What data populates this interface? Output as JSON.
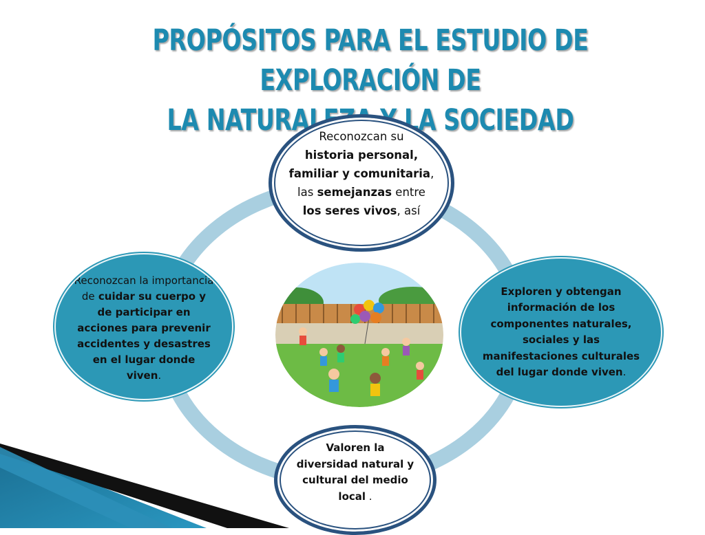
{
  "slide": {
    "title_line1": "PROPÓSITOS PARA EL ESTUDIO DE EXPLORACIÓN DE",
    "title_line2": "LA NATURALEZA Y LA SOCIEDAD"
  },
  "colors": {
    "title": "#1d8ab0",
    "ring": "#a9cfe0",
    "bubble_fill": "#2c98b6",
    "bubble_border": "#2a527f"
  },
  "bubbles": {
    "top": {
      "t1": "Reconozcan su",
      "t2": "historia personal, familiar y comunitaria",
      "t3": ", las",
      "t4": "semejanzas",
      "t5": " entre",
      "t6": "los seres vivos",
      "t7": ", así"
    },
    "left": {
      "t1": "Reconozcan la importancia de",
      "t2": " cuidar su cuerpo y de participar en acciones para prevenir accidentes y desastres en el lugar donde viven",
      "t3": "."
    },
    "right": {
      "t1": "Exploren y obtengan información de los componentes naturales, sociales y las manifestaciones culturales del lugar donde viven",
      "t2": "."
    },
    "bottom": {
      "t1": "Valoren la diversidad natural y cultural del medio local",
      "t2": " ."
    }
  },
  "center_image": {
    "icon": "children-playing-park-illustration"
  }
}
